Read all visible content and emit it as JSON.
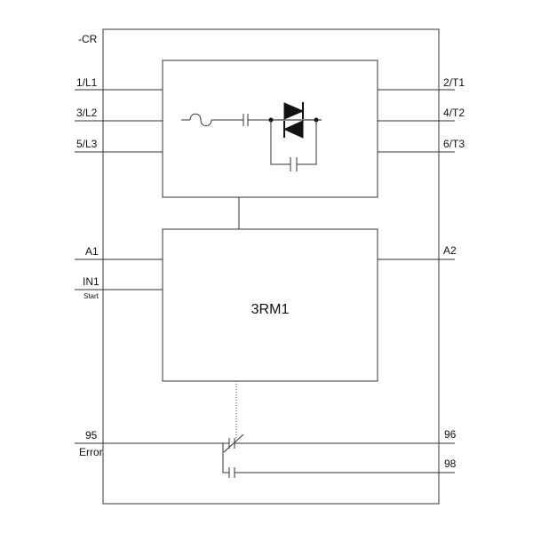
{
  "designation": "-CR",
  "inputs": {
    "l1": "1/L1",
    "l2": "3/L2",
    "l3": "5/L3",
    "a1": "A1",
    "in1": "IN1",
    "start": "Start",
    "c95": "95",
    "error": "Error"
  },
  "outputs": {
    "t1": "2/T1",
    "t2": "4/T2",
    "t3": "6/T3",
    "a2": "A2",
    "c96": "96",
    "c98": "98"
  },
  "device": {
    "model": "3RM1"
  },
  "colors": {
    "line": "#333333",
    "text": "#111111"
  }
}
